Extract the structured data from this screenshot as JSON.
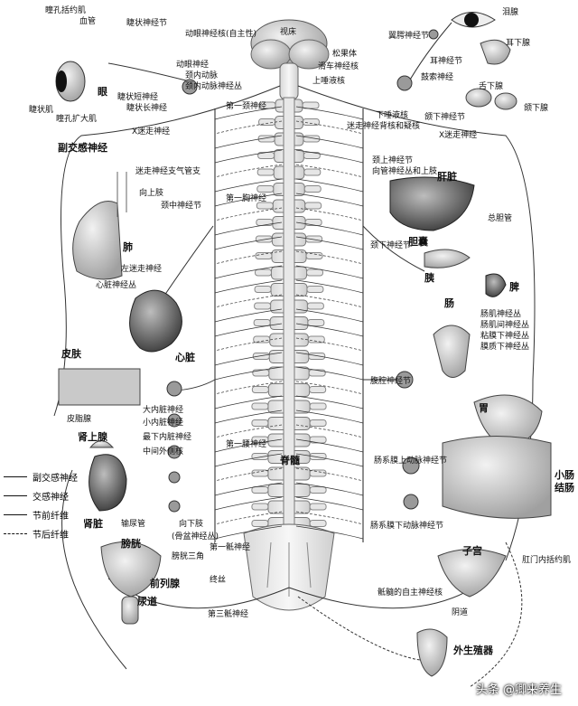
{
  "labels": {
    "pupil_sphincter": "瞳孔括约肌",
    "blood_vessel": "血管",
    "ciliary_ganglion": "睫状神经节",
    "oculomotor_nucleus": "动眼神经核(自主性)",
    "optic_chiasm": "视床",
    "lacrimal_gland": "泪腺",
    "pterygopalatine_ganglion": "翼腭神经节",
    "parotid_gland": "耳下腺",
    "oculomotor_nerve": "动眼神经",
    "pineal_body": "松果体",
    "trochlear_nucleus": "滑车神经核",
    "salivatory_nucleus": "上唾液核",
    "otic_ganglion": "耳神经节",
    "internal_carotid_plexus": "颈内动脉",
    "internal_carotid_nerve_plexus": "颈内动脉神经丛",
    "tongue_nerve": "鼓索神经",
    "sublingual_gland": "舌下腺",
    "eye": "眼",
    "ciliary_nerve": "睫状短神经",
    "short_ciliary": "睫状长神经",
    "ciliary_muscle": "睫状肌",
    "pupil_dilator": "瞳孔扩大肌",
    "first_cervical": "第一颈神经",
    "inferior_salivatory": "下唾液核",
    "submandibular_ganglion": "颌下神经节",
    "submandibular_gland": "颌下腺",
    "vagus_dorsal": "迷走神经背核和疑核",
    "vagus_nerve_left": "X迷走神经",
    "vagus_nerve_right": "X迷走神经",
    "parasympathetic_title": "副交感神经",
    "vagus_bronchial": "迷走神经支气管支",
    "superior_cervical_ganglion": "颈上神经节",
    "vascular_plexus": "向管神经丛和上肢",
    "liver": "肝脏",
    "to_upper_limb": "向上肢",
    "middle_cervical": "颈中神经节",
    "first_thoracic": "第一胸神经",
    "gallbladder": "胆囊",
    "common_bile_duct": "总胆管",
    "lung": "肺",
    "inferior_cervical": "颈下神经节",
    "left_vagus": "左迷走神经",
    "pancreas": "胰",
    "spleen": "脾",
    "cardiac_plexus": "心脏神经丛",
    "intestine": "肠",
    "myenteric_plexus": "肠肌神经丛",
    "submucosal_plexus": "肠肌间神经丛",
    "mucosal_plexus": "粘膜下神经丛",
    "mucosa_plexus": "膜质下神经丛",
    "skin": "皮肤",
    "heart": "心脏",
    "celiac_ganglion": "腹腔神经节",
    "sweat_gland": "皮脂腺",
    "greater_splanchnic": "大内脏神经",
    "lesser_splanchnic": "小内脏神经",
    "stomach": "胃",
    "least_splanchnic": "最下内脏神经",
    "adrenal": "肾上腺",
    "intermediolateral": "中间外侧核",
    "first_lumbar": "第一腰神经",
    "spinal_cord": "脊髓",
    "superior_mesenteric_ganglion": "肠系膜上动脉神经节",
    "small_intestine": "小肠",
    "large_intestine": "结肠",
    "kidney": "肾脏",
    "ureter": "输尿管",
    "to_lower_limb": "向下肢",
    "inferior_mesenteric_ganglion": "肠系膜下动脉神经节",
    "pelvic_nerve": "(骨盆神经丛)",
    "first_sacral": "第一骶神经",
    "uterus": "子宫",
    "bladder": "膀胱",
    "sacral_plexus": "膀胱三角",
    "anal_sphincter": "肛门内括约肌",
    "prostate": "前列腺",
    "coccyx": "终丝",
    "pelvic_autonomic": "骶髓的自主神经核",
    "vagina": "阴道",
    "urethra": "尿道",
    "third_sacral": "第三骶神经",
    "external_genitalia": "外生殖器"
  },
  "legend": [
    {
      "text": "副交感神经",
      "style": "solid"
    },
    {
      "text": "交感神经",
      "style": "solid"
    },
    {
      "text": "节前纤维",
      "style": "solid"
    },
    {
      "text": "节后纤维",
      "style": "dashed"
    }
  ],
  "watermark": "头条 @卿来养生"
}
